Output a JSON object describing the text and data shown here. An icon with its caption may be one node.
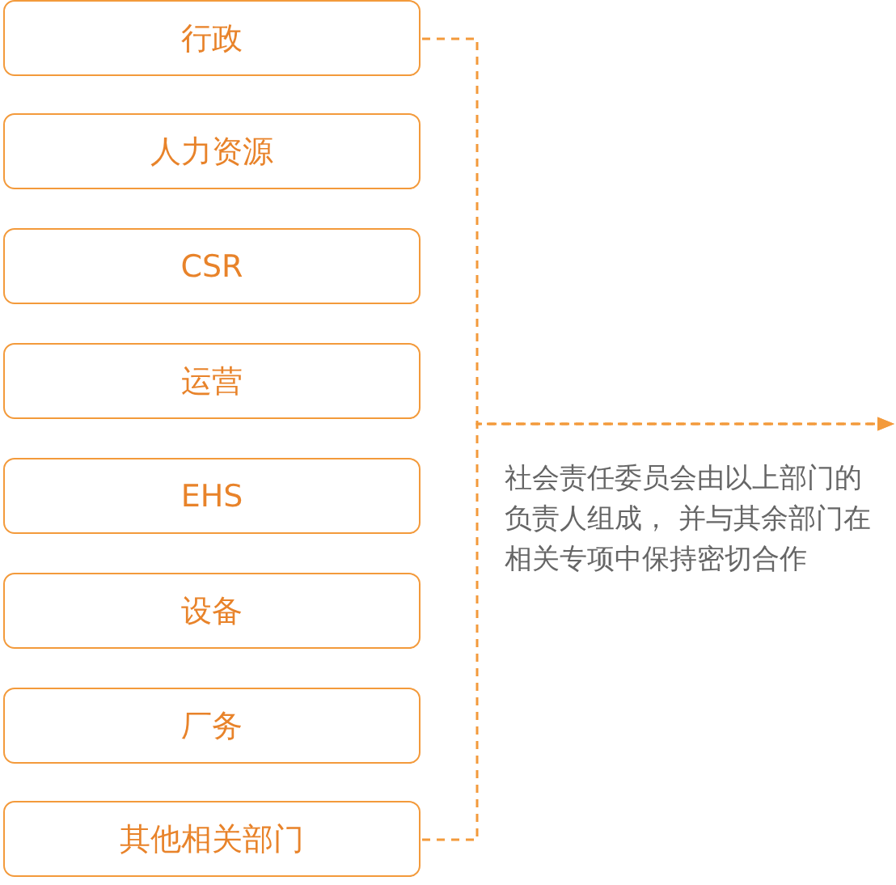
{
  "diagram": {
    "nodes": [
      {
        "text": [
          "行政"
        ]
      },
      {
        "text": [
          "人力资源"
        ]
      },
      {
        "text": [
          "CSR"
        ]
      },
      {
        "text": [
          "运营"
        ]
      },
      {
        "text": [
          "EHS"
        ]
      },
      {
        "text": [
          "设备"
        ]
      },
      {
        "text": [
          "厂务"
        ]
      },
      {
        "text": [
          "其他相关部门"
        ]
      }
    ],
    "edges": [
      {
        "from": 0,
        "to": null,
        "arrow": "to",
        "style": "dashed"
      },
      {
        "from": 7,
        "to": null,
        "arrow": "to",
        "style": "dashed"
      }
    ],
    "labels": [
      "社会责任委员会由以上部门的负责人组成， 并与其余部门在相关专项中保持密切合作"
    ]
  }
}
